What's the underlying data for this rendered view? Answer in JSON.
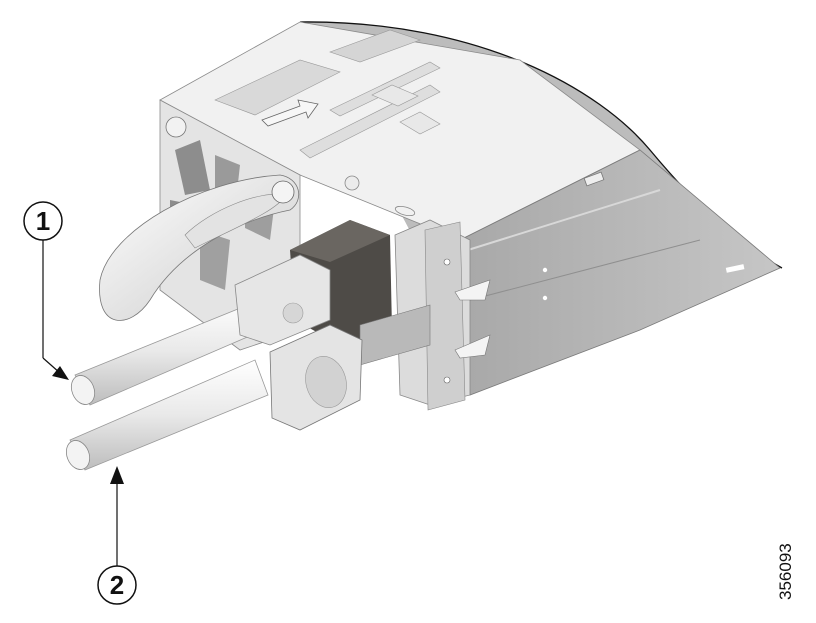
{
  "figure": {
    "number": "356093",
    "subject": "power-supply-with-dc-power-cables",
    "callouts": [
      {
        "id": 1,
        "label": "1",
        "target": "upper-cable"
      },
      {
        "id": 2,
        "label": "2",
        "target": "lower-cable"
      }
    ],
    "colors": {
      "line": "#111111",
      "chassis_light": "#ededed",
      "chassis_side": "#b9b9b9",
      "chassis_shadow": "#9a9a9a",
      "connector_dark": "#4e4b47",
      "cable": "#e6e6e6"
    }
  }
}
